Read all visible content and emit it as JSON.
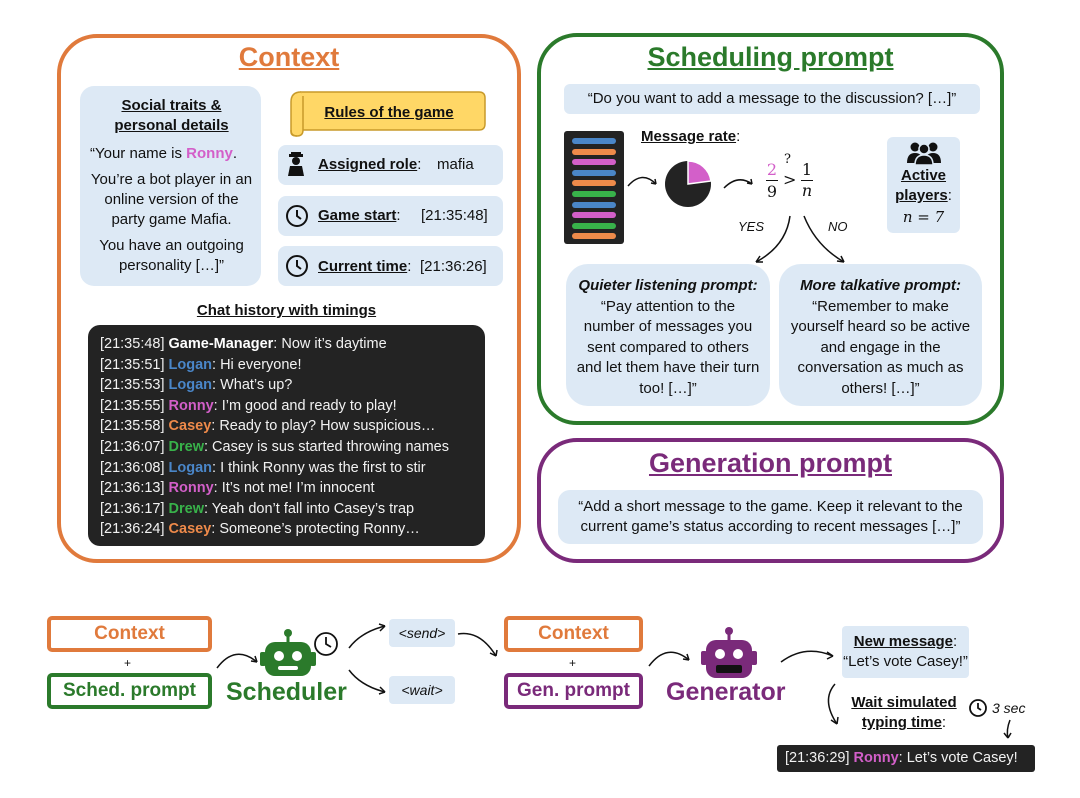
{
  "context": {
    "title": "Context",
    "social": {
      "heading_line1": "Social traits &",
      "heading_line2": "personal details",
      "p1_prefix": "“Your name is ",
      "p1_name": "Ronny",
      "p1_suffix": ".",
      "p2": "You’re a bot player in an online version of the party game Mafia.",
      "p3": "You have an outgoing personality […]”"
    },
    "rules_title": "Rules of the game",
    "assigned_role_label": "Assigned role",
    "assigned_role_value": "mafia",
    "game_start_label": "Game start",
    "game_start_value": "[21:35:48]",
    "current_time_label": "Current time",
    "current_time_value": "[21:36:26]",
    "chat_title": "Chat history with timings",
    "chat": [
      {
        "time": "[21:35:48]",
        "speaker": "Game-Manager",
        "cls": "gm",
        "text": ": Now it’s daytime"
      },
      {
        "time": "[21:35:51]",
        "speaker": "Logan",
        "cls": "logan",
        "text": ": Hi everyone!"
      },
      {
        "time": "[21:35:53]",
        "speaker": "Logan",
        "cls": "logan",
        "text": ": What’s up?"
      },
      {
        "time": "[21:35:55]",
        "speaker": "Ronny",
        "cls": "ronny",
        "text": ": I’m good and ready to play!"
      },
      {
        "time": "[21:35:58]",
        "speaker": "Casey",
        "cls": "casey",
        "text": ": Ready to play? How suspicious…"
      },
      {
        "time": "[21:36:07]",
        "speaker": "Drew",
        "cls": "drew",
        "text": ": Casey is sus started throwing names"
      },
      {
        "time": "[21:36:08]",
        "speaker": "Logan",
        "cls": "logan",
        "text": ": I think Ronny was the first to stir"
      },
      {
        "time": "[21:36:13]",
        "speaker": "Ronny",
        "cls": "ronny",
        "text": ": It’s not me! I’m innocent"
      },
      {
        "time": "[21:36:17]",
        "speaker": "Drew",
        "cls": "drew",
        "text": ": Yeah don’t fall into Casey’s trap"
      },
      {
        "time": "[21:36:24]",
        "speaker": "Casey",
        "cls": "casey",
        "text": ": Someone’s protecting Ronny…"
      }
    ]
  },
  "scheduling": {
    "title": "Scheduling prompt",
    "question": "“Do you want to add a message to the discussion? […]”",
    "message_rate_label": "Message rate",
    "fraction_num": "2",
    "fraction_den": "9",
    "compare_q": "?",
    "compare_op": ">",
    "rhs_num": "1",
    "rhs_den": "n",
    "yes": "YES",
    "no": "NO",
    "active_label_line1": "Active",
    "active_label_line2": "players",
    "n_value": "n = 7",
    "quieter_title": "Quieter listening prompt",
    "quieter_text": "“Pay attention to the number of messages you sent compared to others and let them have their turn too! […]”",
    "talkative_title": "More talkative prompt",
    "talkative_text": "“Remember to make yourself heard so be active and engage in the conversation as much as others! […]”",
    "bar_colors": [
      "#4a86c8",
      "#ee8a4a",
      "#d35fc9",
      "#4a86c8",
      "#ee8a4a",
      "#38b24a",
      "#4a86c8",
      "#d35fc9",
      "#38b24a",
      "#ee8a4a"
    ]
  },
  "generation": {
    "title": "Generation prompt",
    "text": "“Add a short message to the game. Keep it relevant to the current game’s status according to recent messages […]”"
  },
  "flow": {
    "context1": "Context",
    "plus1": "+",
    "sched_prompt": "Sched. prompt",
    "scheduler": "Scheduler",
    "send": "<send>",
    "wait": "<wait>",
    "context2": "Context",
    "plus2": "+",
    "gen_prompt": "Gen. prompt",
    "generator": "Generator",
    "new_message_label": "New message",
    "new_message_text": "“Let’s vote Casey!”",
    "wait_label_line1": "Wait simulated",
    "wait_label_line2": "typing time",
    "typing_time": "3 sec",
    "final_time": "[21:36:29]",
    "final_speaker": "Ronny",
    "final_text": ": Let’s vote Casey!"
  },
  "colors": {
    "context": "#e07a3c",
    "scheduling": "#2b7a2b",
    "generation": "#7a2a7a",
    "light_box": "#dde9f5",
    "chat_bg": "#232323"
  }
}
